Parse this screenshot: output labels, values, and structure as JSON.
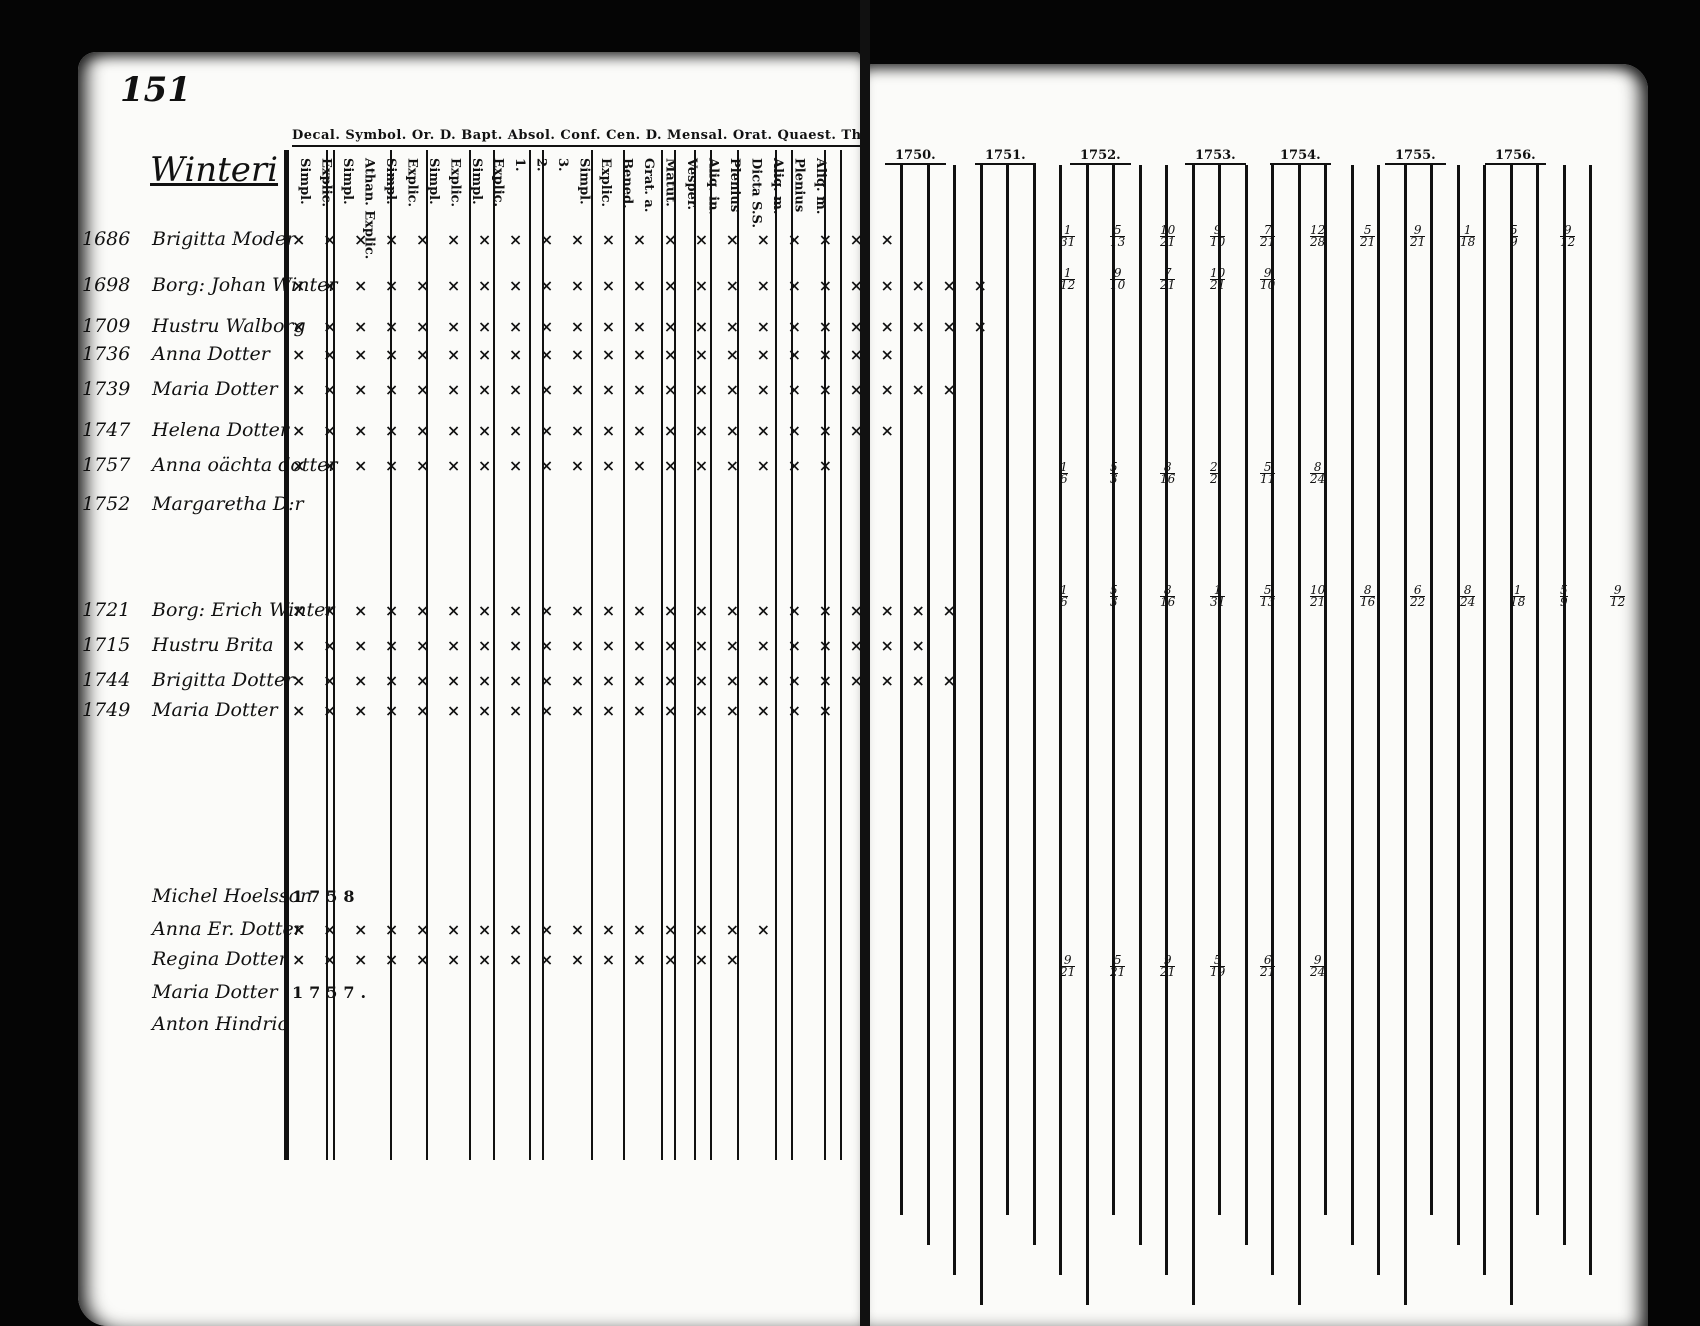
{
  "page_number": "151",
  "family_title": "Winteri",
  "header_categories": "Decal. Symbol. Or. D. Bapt. Absol. Conf. Cen. D. Mensal. Orat. Quaest. Th.",
  "column_labels": [
    "Simpl.",
    "Explic.",
    "Simpl.",
    "Athan. Explic.",
    "Simpl.",
    "Explic.",
    "Simpl.",
    "Explic.",
    "Simpl.",
    "Explic.",
    "1.",
    "2.",
    "3.",
    "Simpl.",
    "Explic.",
    "Bened.",
    "Grat. a.",
    "Matut.",
    "Vesper.",
    "Aliq. in.",
    "Plenius",
    "Dicta S.S.",
    "Aliq. m.",
    "Plenius",
    "Aliq. m."
  ],
  "years": [
    "1750.",
    "1751.",
    "1752.",
    "1753.",
    "1754.",
    "1755.",
    "1756."
  ],
  "persons": [
    {
      "born": "1686",
      "name": "Brigitta Moder",
      "marks": "× × × ×  × × × × × × × × × × × × × × × ×"
    },
    {
      "born": "1698",
      "name": "Borg: Johan Winter",
      "marks": "× × × × × × × × × × × × × × × × × × × × × × ×"
    },
    {
      "born": "1709",
      "name": "Hustru Walborg",
      "marks": "× × × × × × × × × × × × × × × × × × × × × × ×"
    },
    {
      "born": "1736",
      "name": "Anna Dotter",
      "marks": "× × × × × × × × × × × × × × × × × × × ×"
    },
    {
      "born": "1739",
      "name": "Maria Dotter",
      "marks": "× × × × × × × × × × × × × × × × × × × × × ×"
    },
    {
      "born": "1747",
      "name": "Helena Dotter",
      "marks": "× × × × × × × × × × × × × × × × × × × ×"
    },
    {
      "born": "1757",
      "name": "Anna oächta dotter",
      "marks": "× × × × × × × × × × × × × × × × × ×"
    },
    {
      "born": "1752",
      "name": "Margaretha D:r",
      "marks": ""
    },
    {
      "born": "1721",
      "name": "Borg: Erich Winter",
      "marks": "× × × × × × × × × × × × × × × × × × × × × ×"
    },
    {
      "born": "1715",
      "name": "Hustru Brita",
      "marks": "× × × × × × × × × × × × × × × × × × × × ×"
    },
    {
      "born": "1744",
      "name": "Brigitta Dotter",
      "marks": "× × × × × × × × × × × × × × × × × × × × × ×"
    },
    {
      "born": "1749",
      "name": "Maria Dotter",
      "marks": "× × × × × × × × × × × × × × × × × ×"
    },
    {
      "born": "",
      "name": "Michel Hoelsson",
      "marks": "1758"
    },
    {
      "born": "",
      "name": "Anna Er. Dotter",
      "marks": "× × × × × × × × × × × × × × × ×"
    },
    {
      "born": "",
      "name": "Regina Dotter",
      "marks": "× × × × × × × × × × × × × × ×"
    },
    {
      "born": "",
      "name": "Maria Dotter",
      "marks": "1757."
    },
    {
      "born": "",
      "name": "Anton Hindric",
      "marks": ""
    }
  ],
  "right_rows": [
    [
      [
        "1",
        "31"
      ],
      [
        "5",
        "13"
      ],
      [
        "10",
        "21"
      ],
      [
        "9",
        "10"
      ],
      [
        "7",
        "21"
      ],
      [
        "12",
        "28"
      ],
      [
        "5",
        "21"
      ],
      [
        "9",
        "21"
      ],
      [
        "1",
        "18"
      ],
      [
        "5",
        "9"
      ],
      [
        "9",
        "12"
      ]
    ],
    [
      [
        "1",
        "12"
      ],
      [
        "9",
        "10"
      ],
      [
        "7",
        "21"
      ],
      [
        "10",
        "21"
      ],
      [
        "9",
        "10"
      ]
    ],
    [
      [
        "1",
        "6"
      ],
      [
        "5",
        "3"
      ],
      [
        "8",
        "16"
      ],
      [
        "2",
        "2"
      ],
      [
        "5",
        "11"
      ],
      [
        "8",
        "24"
      ]
    ],
    [
      [
        "1",
        "6"
      ],
      [
        "5",
        "3"
      ],
      [
        "8",
        "16"
      ],
      [
        "1",
        "31"
      ],
      [
        "5",
        "13"
      ],
      [
        "10",
        "21"
      ],
      [
        "8",
        "16"
      ],
      [
        "6",
        "22"
      ],
      [
        "8",
        "24"
      ],
      [
        "1",
        "18"
      ],
      [
        "5",
        "9"
      ],
      [
        "9",
        "12"
      ]
    ],
    [
      [
        "9",
        "21"
      ],
      [
        "5",
        "21"
      ],
      [
        "9",
        "21"
      ],
      [
        "5",
        "19"
      ],
      [
        "6",
        "21"
      ],
      [
        "9",
        "24"
      ]
    ]
  ]
}
